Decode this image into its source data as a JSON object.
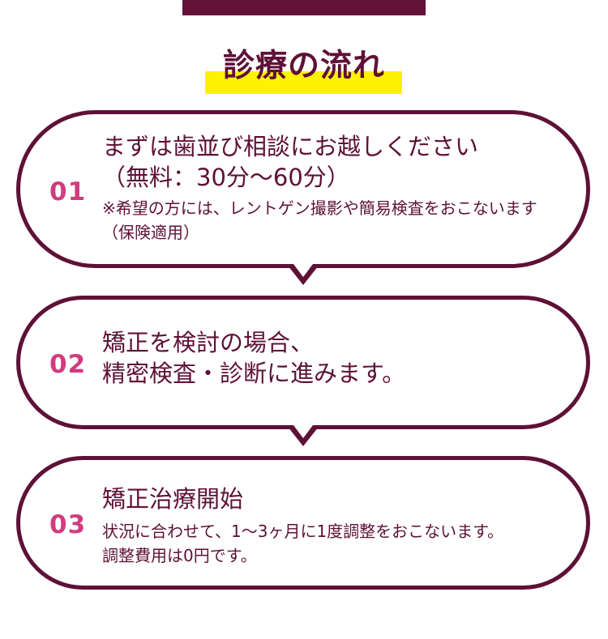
{
  "title": "診療の流れ",
  "colors": {
    "accent": "#5e1136",
    "number": "#d13c7f",
    "highlight": "#fff200",
    "top_bar": "#63123a"
  },
  "steps": [
    {
      "number": "01",
      "main_lines": [
        "まずは歯並び相談にお越しください",
        "（無料：30分〜60分）"
      ],
      "note_lines": [
        "※希望の方には、レントゲン撮影や簡易検査をおこないます",
        "（保険適用）"
      ]
    },
    {
      "number": "02",
      "main_lines": [
        "矯正を検討の場合、",
        "精密検査・診断に進みます。"
      ],
      "note_lines": []
    },
    {
      "number": "03",
      "main_lines": [
        "矯正治療開始"
      ],
      "note_lines": [
        "状況に合わせて、1〜3ヶ月に1度調整をおこないます。",
        "調整費用は0円です。"
      ]
    }
  ]
}
